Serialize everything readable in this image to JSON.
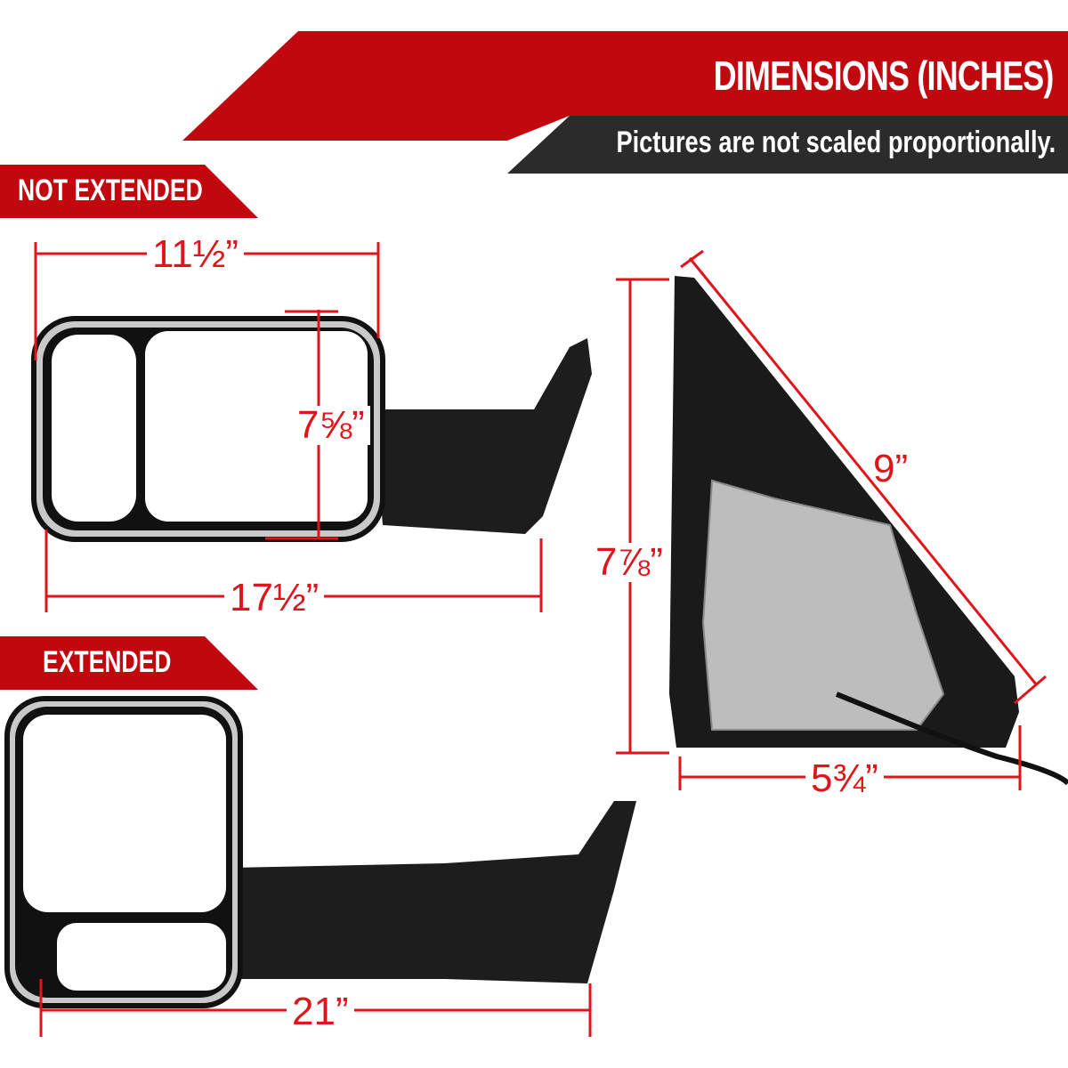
{
  "header": {
    "title": "DIMENSIONS (INCHES)",
    "subtitle": "Pictures are not scaled proportionally.",
    "accent_color": "#c0080e",
    "band_color": "#2b2b2b",
    "dimension_line_color": "#e0151b"
  },
  "sections": {
    "not_extended": {
      "label": "NOT EXTENDED",
      "width_glass": "11½”",
      "height_glass": "7⅝”",
      "overall_width": "17½”"
    },
    "extended": {
      "label": "EXTENDED",
      "overall_width": "21”"
    },
    "side_view": {
      "diagonal": "9”",
      "height": "7⅞”",
      "depth": "5¾”"
    }
  }
}
